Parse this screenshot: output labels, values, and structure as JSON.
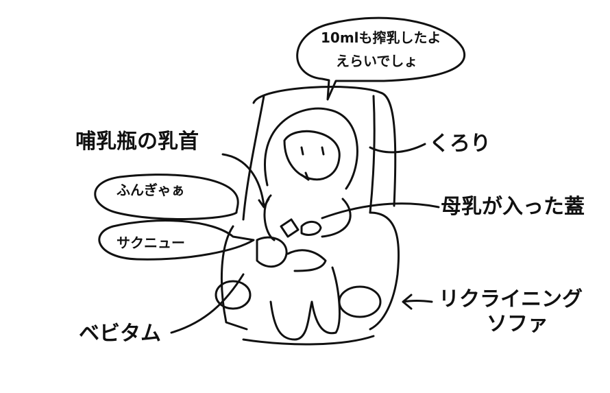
{
  "speech_bubble": {
    "line1": "10mlも搾乳したよ",
    "line2": "えらいでしょ"
  },
  "labels": {
    "bottle_nipple": "哺乳瓶の乳首",
    "kurori": "くろり",
    "baby_cry": "ふんぎゃぁ",
    "milk_lid": "母乳が入った蓋",
    "sakunyu": "サクニュー",
    "sofa_line1": "リクライニング",
    "sofa_line2": "ソファ",
    "bebitamu": "ベビタム"
  },
  "colors": {
    "ink": "#111111",
    "background": "#ffffff"
  }
}
